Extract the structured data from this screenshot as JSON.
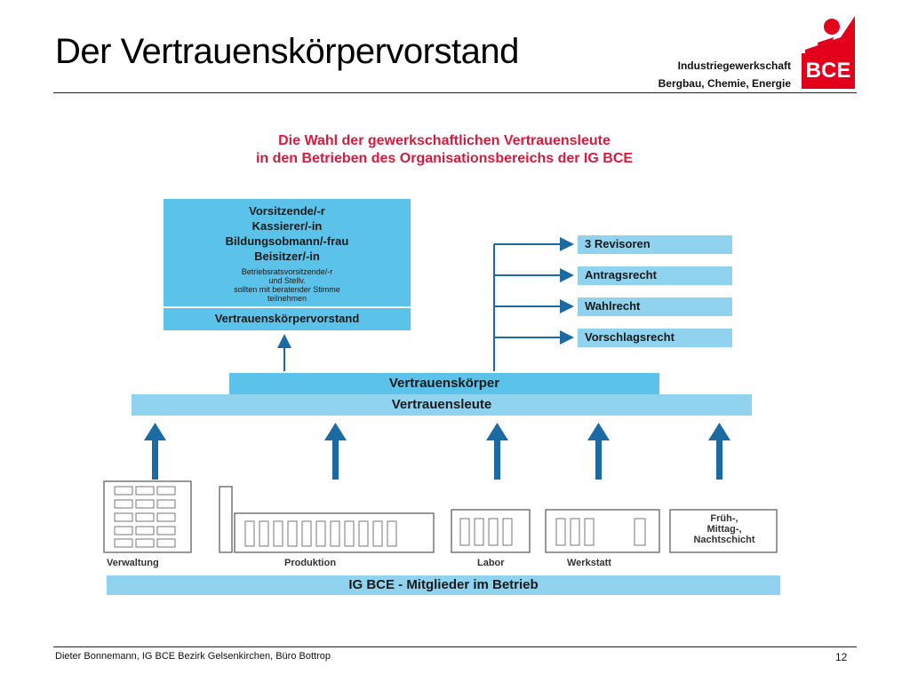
{
  "slide": {
    "title": "Der Vertrauenskörpervorstand",
    "org_line1": "Industriegewerkschaft",
    "org_line2": "Bergbau, Chemie, Energie",
    "logo_text": "BCE"
  },
  "diagram": {
    "heading_line1": "Die Wahl der gewerkschaftlichen Vertrauensleute",
    "heading_line2": "in den Betrieben des Organisationsbereichs der IG BCE",
    "vorstand": {
      "roles": [
        "Vorsitzende/-r",
        "Kassierer/-in",
        "Bildungsobmann/-frau",
        "Beisitzer/-in"
      ],
      "note": [
        "Betriebsratsvorsitzende/-r",
        "und Stellv.",
        "sollten mit beratender Stimme",
        "teilnehmen"
      ],
      "label": "Vertrauenskörpervorstand"
    },
    "rights": [
      "3 Revisoren",
      "Antragsrecht",
      "Wahlrecht",
      "Vorschlagsrecht"
    ],
    "band_upper": "Vertrauenskörper",
    "band_lower": "Vertrauensleute",
    "departments": [
      "Verwaltung",
      "Produktion",
      "Labor",
      "Werkstatt"
    ],
    "shifts": [
      "Früh-,",
      "Mittag-,",
      "Nachtschicht"
    ],
    "bottom_bar": "IG BCE - Mitglieder im Betrieb",
    "colors": {
      "heading": "#d81b3c",
      "box_dark": "#5bc3ea",
      "box_light": "#8fd3ef",
      "arrow": "#1a6aa3",
      "logo": "#e3001b"
    }
  },
  "footer": {
    "author": "Dieter Bonnemann, IG BCE Bezirk Gelsenkirchen, Büro Bottrop",
    "page": "12"
  }
}
